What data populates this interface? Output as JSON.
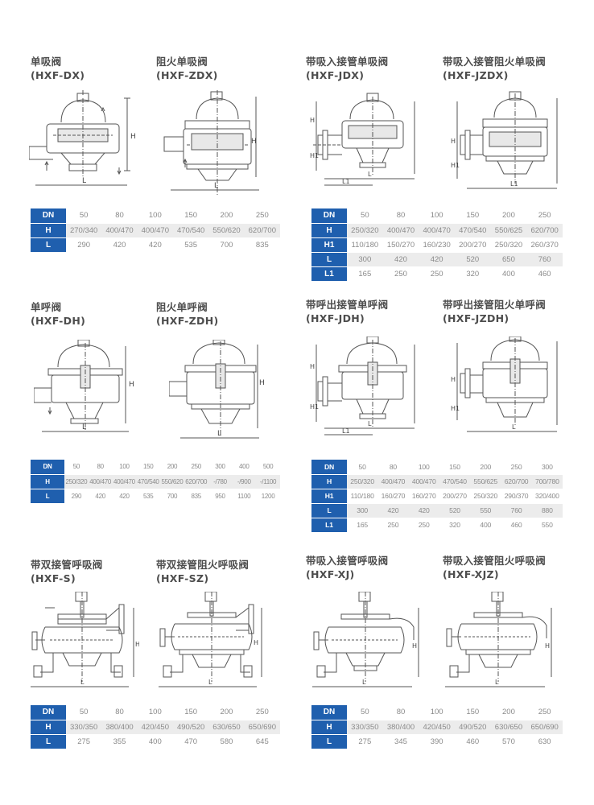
{
  "sections": [
    {
      "title_cn": "单吸阀",
      "title_model": "(HXF-DX)"
    },
    {
      "title_cn": "阻火单吸阀",
      "title_model": "(HXF-ZDX)"
    },
    {
      "title_cn": "带吸入接管单吸阀",
      "title_model": "(HXF-JDX)"
    },
    {
      "title_cn": "带吸入接管阻火单吸阀",
      "title_model": "(HXF-JZDX)"
    },
    {
      "title_cn": "单呼阀",
      "title_model": "(HXF-DH)"
    },
    {
      "title_cn": "阻火单呼阀",
      "title_model": "(HXF-ZDH)"
    },
    {
      "title_cn": "带呼出接管单呼阀",
      "title_model": "(HXF-JDH)"
    },
    {
      "title_cn": "带呼出接管阻火单呼阀",
      "title_model": "(HXF-JZDH)"
    },
    {
      "title_cn": "带双接管呼吸阀",
      "title_model": "(HXF-S)"
    },
    {
      "title_cn": "带双接管阻火呼吸阀",
      "title_model": "(HXF-SZ)"
    },
    {
      "title_cn": "带吸入接管呼吸阀",
      "title_model": "(HXF-XJ)"
    },
    {
      "title_cn": "带吸入接管阻火呼吸阀",
      "title_model": "(HXF-XJZ)"
    }
  ],
  "diagram_labels": {
    "H": "H",
    "L": "L",
    "H1": "H1",
    "L1": "L1"
  },
  "tables": [
    {
      "rows": [
        [
          "DN",
          "50",
          "80",
          "100",
          "150",
          "200",
          "250"
        ],
        [
          "H",
          "270/340",
          "400/470",
          "400/470",
          "470/540",
          "550/620",
          "620/700"
        ],
        [
          "L",
          "290",
          "420",
          "420",
          "535",
          "700",
          "835"
        ]
      ]
    },
    {
      "rows": [
        [
          "DN",
          "50",
          "80",
          "100",
          "150",
          "200",
          "250"
        ],
        [
          "H",
          "250/320",
          "400/470",
          "400/470",
          "470/540",
          "550/625",
          "620/700"
        ],
        [
          "H1",
          "110/180",
          "150/270",
          "160/230",
          "200/270",
          "250/320",
          "260/370"
        ],
        [
          "L",
          "300",
          "420",
          "420",
          "520",
          "650",
          "760"
        ],
        [
          "L1",
          "165",
          "250",
          "250",
          "320",
          "400",
          "460"
        ]
      ]
    },
    {
      "rows": [
        [
          "DN",
          "50",
          "80",
          "100",
          "150",
          "200",
          "250",
          "300",
          "400",
          "500"
        ],
        [
          "H",
          "250/320",
          "400/470",
          "400/470",
          "470/540",
          "550/620",
          "620/700",
          "-/780",
          "-/900",
          "-/1100"
        ],
        [
          "L",
          "290",
          "420",
          "420",
          "535",
          "700",
          "835",
          "950",
          "1100",
          "1200"
        ]
      ]
    },
    {
      "rows": [
        [
          "DN",
          "50",
          "80",
          "100",
          "150",
          "200",
          "250",
          "300"
        ],
        [
          "H",
          "250/320",
          "400/470",
          "400/470",
          "470/540",
          "550/625",
          "620/700",
          "700/780"
        ],
        [
          "H1",
          "110/180",
          "160/270",
          "160/270",
          "200/270",
          "250/320",
          "290/370",
          "320/400"
        ],
        [
          "L",
          "300",
          "420",
          "420",
          "520",
          "550",
          "760",
          "880"
        ],
        [
          "L1",
          "165",
          "250",
          "250",
          "320",
          "400",
          "460",
          "550"
        ]
      ]
    },
    {
      "rows": [
        [
          "DN",
          "50",
          "80",
          "100",
          "150",
          "200",
          "250"
        ],
        [
          "H",
          "330/350",
          "380/400",
          "420/450",
          "490/520",
          "630/650",
          "650/690"
        ],
        [
          "L",
          "275",
          "355",
          "400",
          "470",
          "580",
          "645"
        ]
      ]
    },
    {
      "rows": [
        [
          "DN",
          "50",
          "80",
          "100",
          "150",
          "200",
          "250"
        ],
        [
          "H",
          "330/350",
          "380/400",
          "420/450",
          "490/520",
          "630/650",
          "650/690"
        ],
        [
          "L",
          "275",
          "345",
          "390",
          "460",
          "570",
          "630"
        ]
      ]
    }
  ],
  "colors": {
    "header_blue": "#1f5fae",
    "row_gray": "#ececec",
    "text_gray": "#8a8a8a",
    "title_gray": "#4d4d4d"
  }
}
